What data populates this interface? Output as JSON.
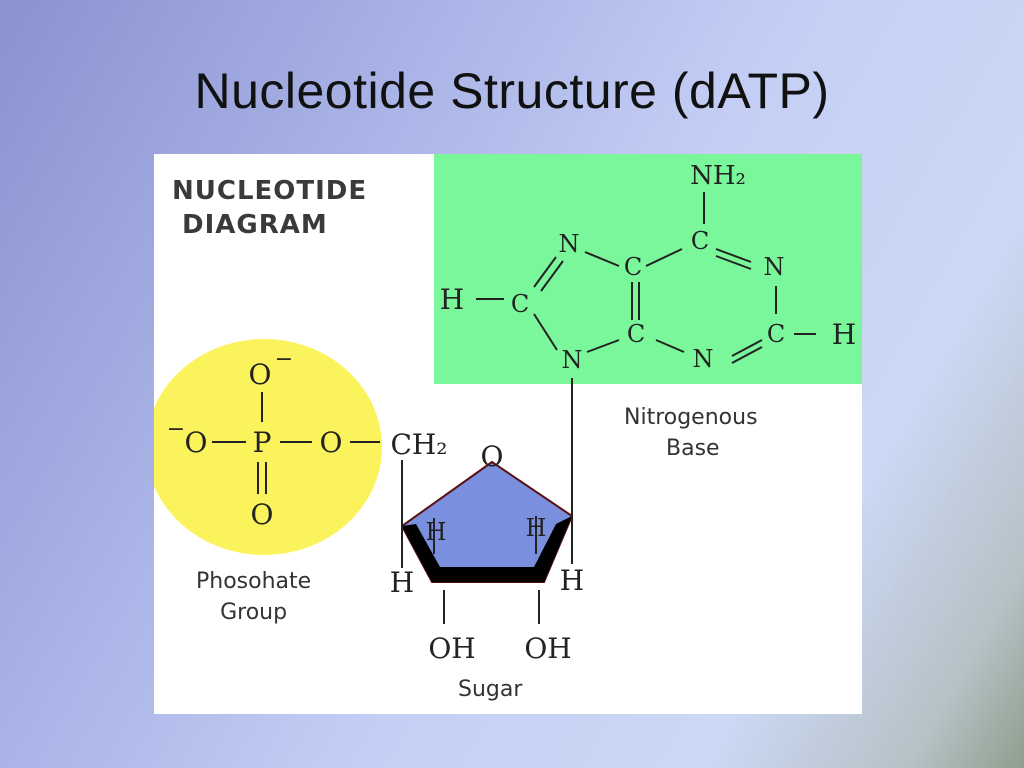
{
  "slide": {
    "title": "Nucleotide Structure (dATP)"
  },
  "diagram": {
    "heading_line1": "NUCLEOTIDE",
    "heading_line2": "DIAGRAM",
    "colors": {
      "base_region": "#7af79a",
      "phosphate_region": "#fbf35c",
      "sugar_fill": "#7a8fde",
      "sugar_edge": "#000000"
    },
    "captions": {
      "base_line1": "Nitrogenous",
      "base_line2": "Base",
      "phosphate_line1": "Phosohate",
      "phosphate_line2": "Group",
      "sugar": "Sugar"
    },
    "base_atoms": {
      "nh2": "NH₂",
      "n7": "N",
      "c5": "C",
      "c6": "C",
      "n1": "N",
      "h8": "H",
      "c8": "C",
      "c4": "C",
      "c2": "C",
      "h2": "H",
      "n9": "N",
      "n3": "N"
    },
    "phosphate_atoms": {
      "o_top": "O",
      "o_top_charge": "−",
      "o_left_charge": "−",
      "o_left": "O",
      "p": "P",
      "o_right": "O",
      "o_bottom": "O",
      "ch2": "CH₂"
    },
    "sugar_atoms": {
      "o_ring": "O",
      "h_left_inner": "H",
      "h_right_inner": "H",
      "h_left_outer": "H",
      "h_right_outer": "H",
      "oh_left": "OH",
      "oh_right": "OH"
    }
  }
}
